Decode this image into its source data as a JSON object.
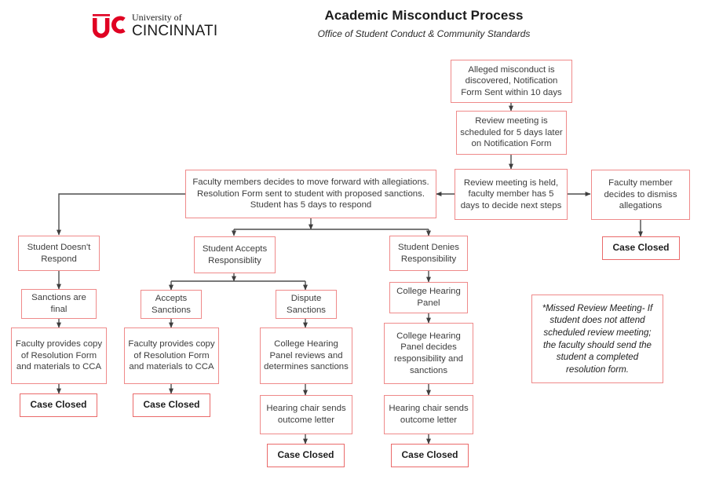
{
  "header": {
    "logo_name": "university-of-cincinnati-logo",
    "logo_line1": "University of",
    "logo_line2": "CINCINNATI",
    "title": "Academic Misconduct Process",
    "subtitle": "Office of Student Conduct & Community Standards"
  },
  "colors": {
    "box_border": "#ef8a8a",
    "box_border_strong": "#ea6a6a",
    "box_fill": "#ffffff",
    "connector": "#4d4d4d",
    "logo_red": "#e00122",
    "text": "#3d3d3d",
    "heading": "#1c1c1c"
  },
  "nodes": [
    {
      "id": "alleged",
      "label": "Alleged misconduct is discovered, Notification Form Sent within 10 days"
    },
    {
      "id": "review_sched",
      "label": "Review meeting is scheduled for 5 days later on Notification Form"
    },
    {
      "id": "review_held",
      "label": "Review meeting is held, faculty member has 5 days to decide next steps"
    },
    {
      "id": "dismiss",
      "label": "Faculty member decides to dismiss allegations"
    },
    {
      "id": "dismiss_closed",
      "label": "Case Closed"
    },
    {
      "id": "move_forward",
      "label": "Faculty members decides to move forward with allegiations. Resolution Form sent to student with proposed sanctions. Student has 5 days to respond"
    },
    {
      "id": "no_respond",
      "label": "Student Doesn't Respond"
    },
    {
      "id": "accepts_resp",
      "label": "Student Accepts Responsiblity"
    },
    {
      "id": "denies_resp",
      "label": "Student Denies Responsibility"
    },
    {
      "id": "sanctions_final",
      "label": "Sanctions are final"
    },
    {
      "id": "faculty_copy_1",
      "label": "Faculty provides copy of Resolution Form and materials to CCA"
    },
    {
      "id": "closed_1",
      "label": "Case Closed"
    },
    {
      "id": "accepts_sanc",
      "label": "Accepts Sanctions"
    },
    {
      "id": "faculty_copy_2",
      "label": "Faculty provides copy of Resolution Form and materials to CCA"
    },
    {
      "id": "closed_2",
      "label": "Case Closed"
    },
    {
      "id": "dispute_sanc",
      "label": "Dispute Sanctions"
    },
    {
      "id": "panel_reviews",
      "label": "College Hearing Panel reviews and determines sanctions"
    },
    {
      "id": "chair_letter_1",
      "label": "Hearing chair sends outcome letter"
    },
    {
      "id": "closed_3",
      "label": "Case Closed"
    },
    {
      "id": "panel",
      "label": "College Hearing Panel"
    },
    {
      "id": "panel_decides",
      "label": "College Hearing Panel decides responsibility and sanctions"
    },
    {
      "id": "chair_letter_2",
      "label": "Hearing chair sends outcome letter"
    },
    {
      "id": "closed_4",
      "label": "Case Closed"
    },
    {
      "id": "note",
      "label": "*Missed Review Meeting- If student does not attend scheduled review meeting; the faculty should send the student a completed resolution form."
    }
  ]
}
